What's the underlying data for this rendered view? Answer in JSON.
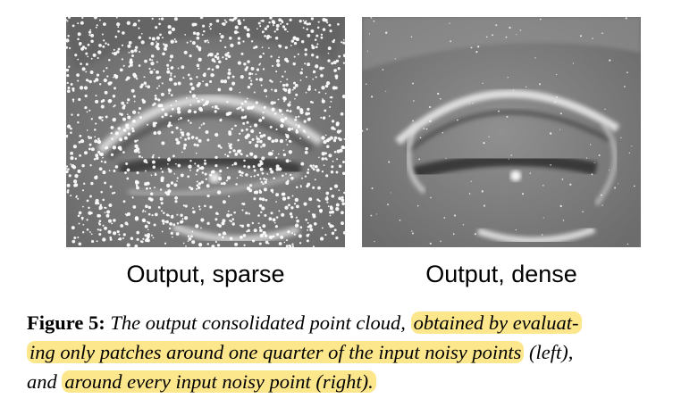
{
  "figure": {
    "panels": [
      {
        "label": "Output, sparse"
      },
      {
        "label": "Output, dense"
      }
    ],
    "caption": {
      "figure_label": "Figure 5:",
      "lines": [
        [
          {
            "text": "The output consolidated point cloud, ",
            "highlight": false
          },
          {
            "text": "obtained by evaluat-",
            "highlight": true
          }
        ],
        [
          {
            "text": "ing only patches around one quarter of the input noisy points",
            "highlight": true
          },
          {
            "text": " (left),",
            "highlight": false
          }
        ],
        [
          {
            "text": "and ",
            "highlight": false
          },
          {
            "text": "around every input noisy point (right).",
            "highlight": true
          }
        ]
      ],
      "highlight_color": "#fde78c"
    }
  }
}
